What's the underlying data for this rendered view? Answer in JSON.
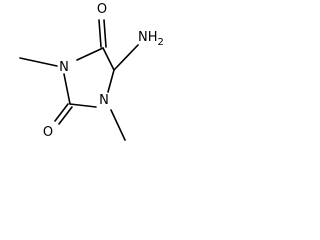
{
  "molecule": {
    "atoms": {
      "o_top": "O",
      "o_bottom": "O",
      "n_left": "N",
      "n_bottom": "N",
      "nh2": "NH",
      "nh2_subscript": "2"
    }
  }
}
